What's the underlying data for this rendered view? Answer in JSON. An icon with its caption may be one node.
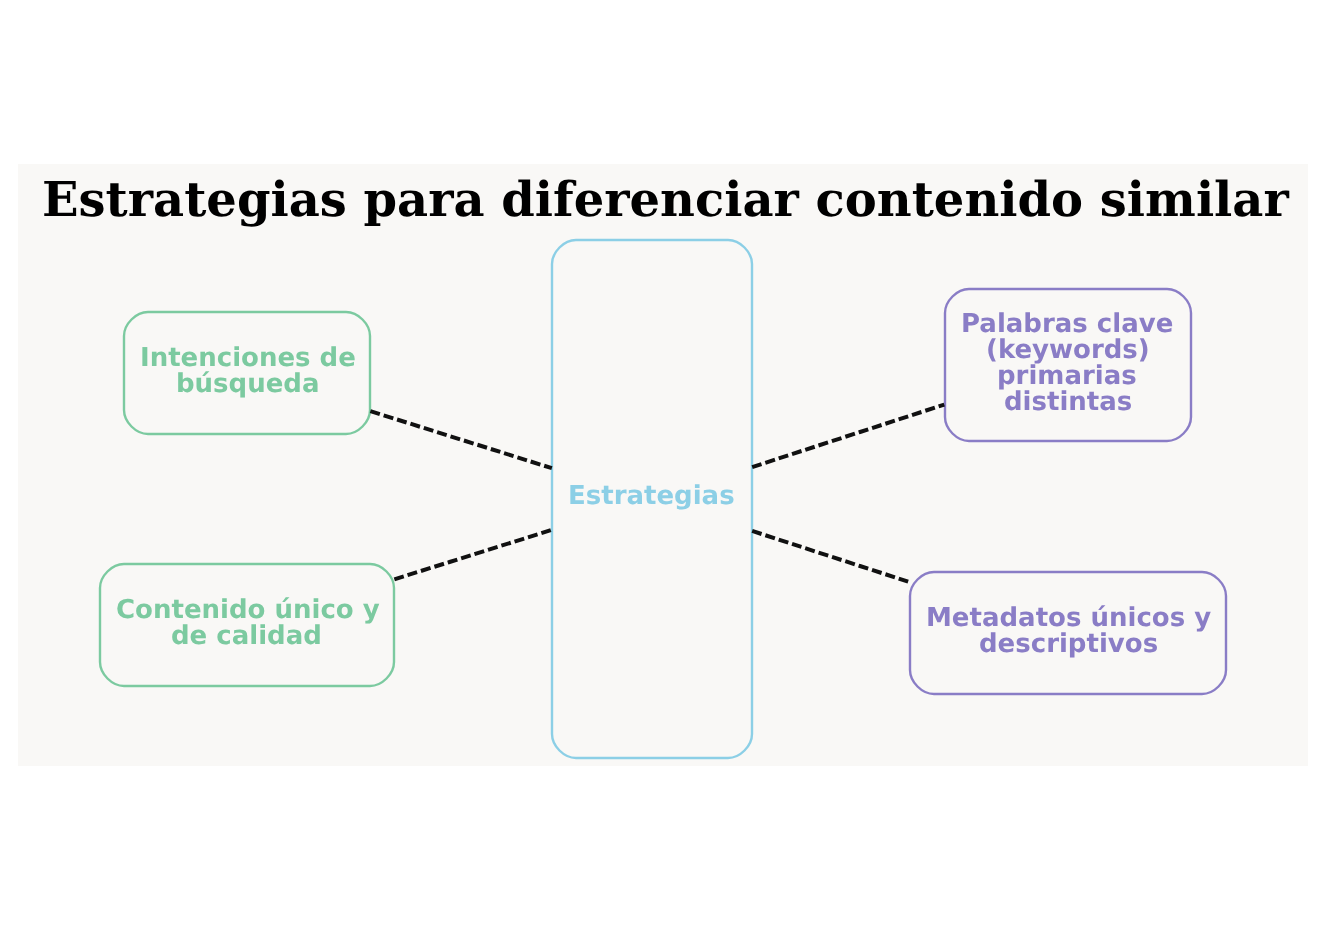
{
  "diagram": {
    "title": "Estrategias para diferenciar contenido similar",
    "nodes": [
      {
        "text": [
          "Intenciones de búsqueda"
        ]
      },
      {
        "text": [
          "Estrategias"
        ]
      },
      {
        "text": [
          "Palabras clave (keywords) primarias distintas"
        ]
      },
      {
        "text": [
          "Contenido único y de calidad"
        ]
      },
      {
        "text": [
          "Metadatos únicos y descriptivos"
        ]
      }
    ],
    "edges": [
      {
        "from": 0,
        "to": 1,
        "arrow": "none",
        "style": "dashed"
      },
      {
        "from": 3,
        "to": 1,
        "arrow": "none",
        "style": "dashed"
      },
      {
        "from": 1,
        "to": 2,
        "arrow": "none",
        "style": "dashed"
      },
      {
        "from": 1,
        "to": 4,
        "arrow": "none",
        "style": "dashed"
      }
    ]
  }
}
